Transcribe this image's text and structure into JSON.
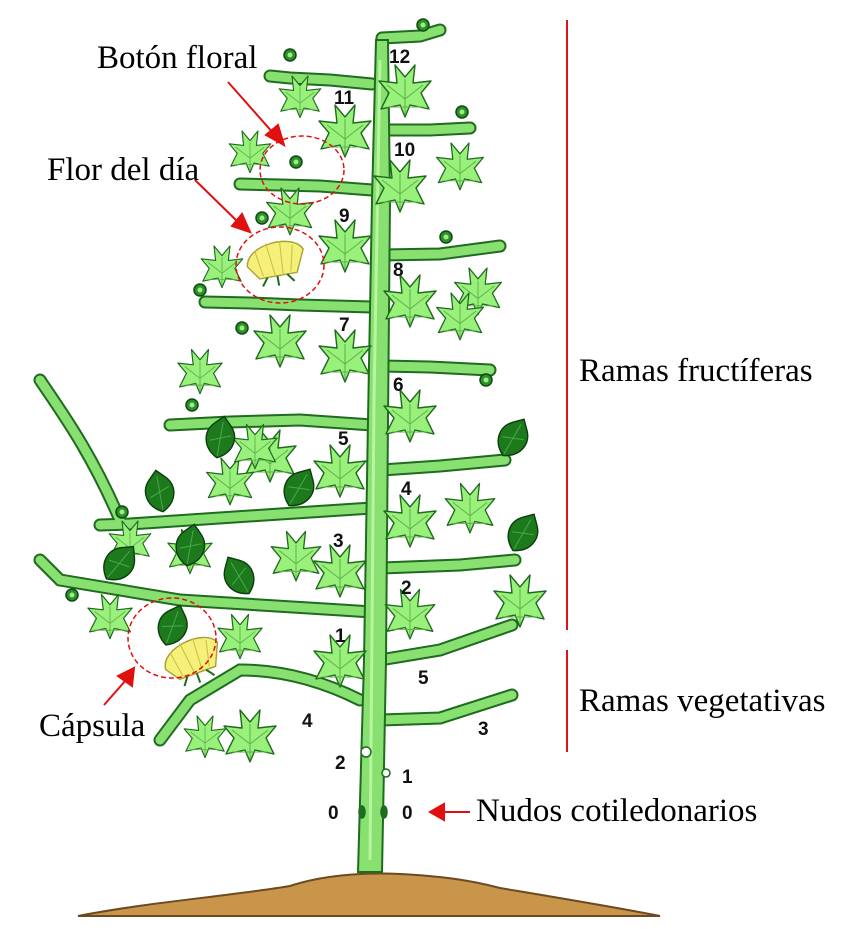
{
  "labels": {
    "boton_floral": "Botón floral",
    "flor_del_dia": "Flor del día",
    "capsula": "Cápsula",
    "ramas_fructiferas": "Ramas fructíferas",
    "ramas_vegetativas": "Ramas vegetativas",
    "nudos_cotiledonarios": "Nudos cotiledonarios"
  },
  "fruiting_nodes": [
    "1",
    "2",
    "3",
    "4",
    "5",
    "6",
    "7",
    "8",
    "9",
    "10",
    "11",
    "12"
  ],
  "vegetative_nodes": [
    "5",
    "4",
    "3",
    "2",
    "1"
  ],
  "cotyledon_nodes": [
    "0",
    "0"
  ],
  "colors": {
    "leaf": "#99f07a",
    "stem": "#88e070",
    "outline": "#1f6b1f",
    "bud": "#2e8f2e",
    "boll": "#1c7a1c",
    "flower": "#f4f07a",
    "pointer": "#e01010",
    "bracket": "#d81818",
    "soil": "#c8954a"
  }
}
